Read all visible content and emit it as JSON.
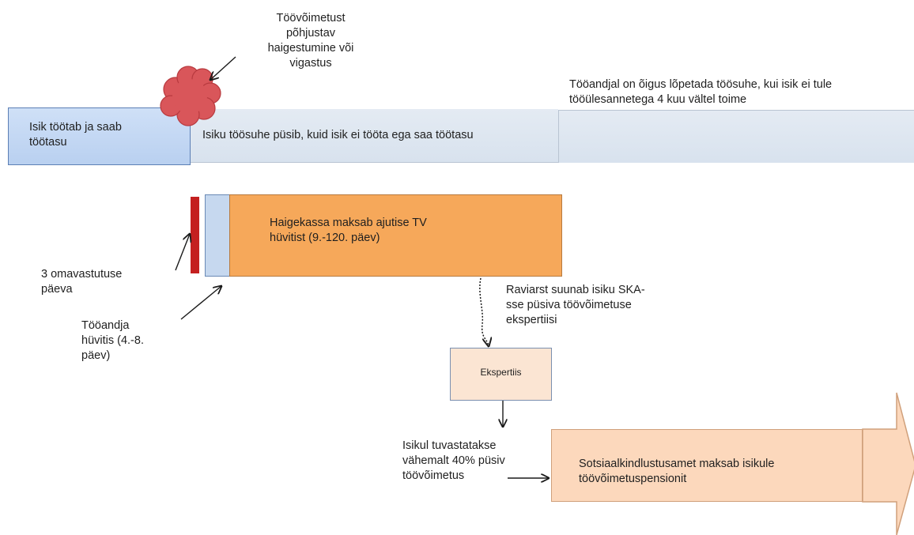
{
  "labels": {
    "injury_cause": [
      "Töövõimetust",
      "põhjustav",
      "haigestumine või",
      "vigastus"
    ],
    "employer_right": [
      "Tööandjal on õigus lõpetada töösuhe, kui isik ei tule",
      "tööülesannetega 4 kuu vältel toime"
    ],
    "works_and_paid": [
      "Isik töötab ja saab",
      "töötasu"
    ],
    "employment_continues": "Isiku töösuhe püsib, kuid isik ei tööta ega saa töötasu",
    "health_fund_pays": [
      "Haigekassa maksab ajutise TV",
      "hüvitist (9.-120. päev)"
    ],
    "self_liability_days": [
      "3 omavastutuse",
      "päeva"
    ],
    "employer_compensation": [
      "Tööandja",
      "hüvitis (4.-8.",
      "päev)"
    ],
    "doctor_referral": [
      "Raviarst suunab isiku SKA-",
      "sse püsiva töövõimetuse",
      "ekspertiisi"
    ],
    "expertise": "Ekspertiis",
    "incapacity_detected": [
      "Isikul tuvastatakse",
      "vähemalt 40% püsiv",
      "töövõimetus"
    ],
    "pension_paid": [
      "Sotsiaalkindlustusamet maksab isikule",
      "töövõimetuspensionit"
    ]
  },
  "colors": {
    "work_box": "#c6d9f1",
    "employment_bar": "#dde6f0",
    "self_liability": "#c42020",
    "employer_comp": "#c6d8ef",
    "health_fund": "#f6a85a",
    "expertise_box": "#fbe5d3",
    "pension_arrow": "#fcd8bc",
    "cloud": "#d9565a"
  }
}
